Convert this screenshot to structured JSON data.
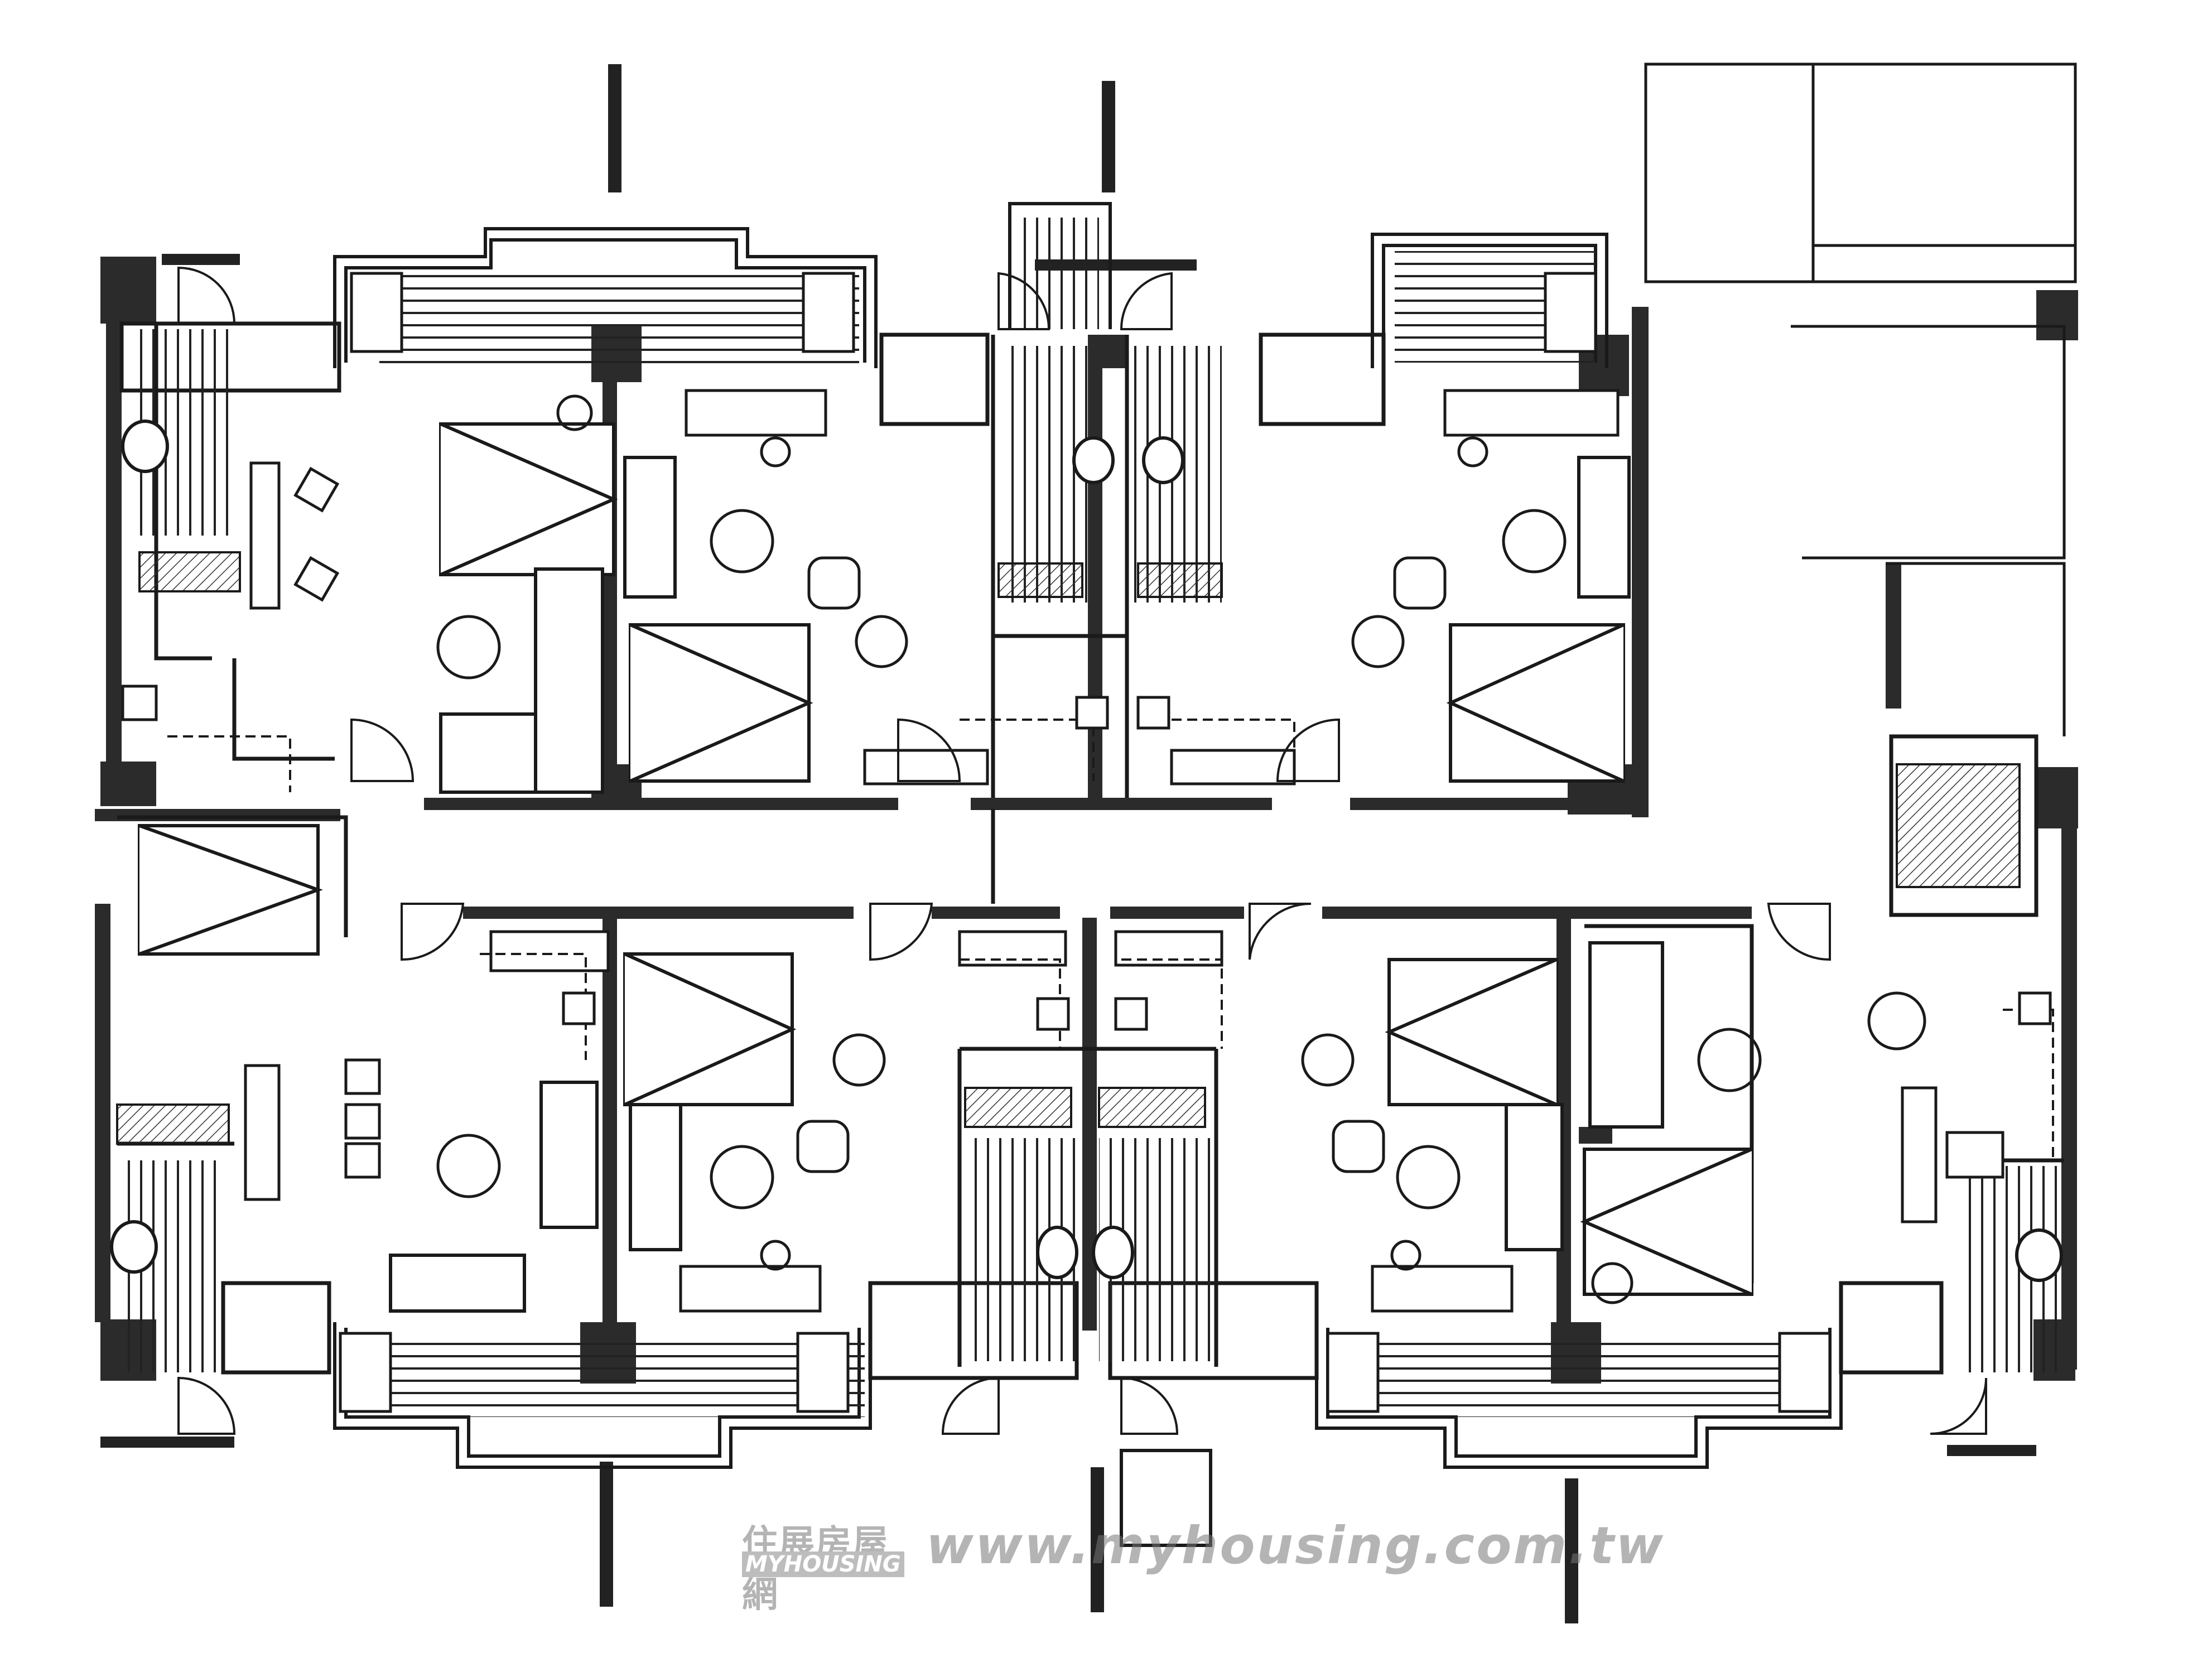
{
  "drawing": {
    "subject": "floor-plan",
    "line_color": "#1a1a1a",
    "wall_fill": "#2b2b2b",
    "paper_color": "#ffffff"
  },
  "watermark": {
    "logo_text_cn": "住展房屋網",
    "logo_text_en": "MYHOUSING",
    "url": "www.myhousing.com.tw"
  }
}
